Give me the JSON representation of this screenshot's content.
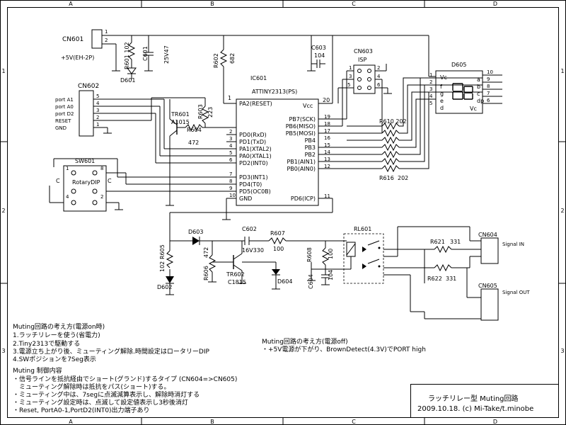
{
  "frame": {
    "cols_top": [
      "A",
      "B",
      "C",
      "D"
    ],
    "cols_bottom": [
      "A",
      "B",
      "C",
      "D"
    ],
    "rows_left": [
      "1",
      "2",
      "3"
    ],
    "rows_right": [
      "1",
      "2",
      "3"
    ]
  },
  "cn601": {
    "ref": "CN601",
    "desc": "+5V(EH-2P)",
    "pin1": "1",
    "pin2": "2"
  },
  "cn602": {
    "ref": "CN602",
    "pins": [
      "5",
      "4",
      "3",
      "2",
      "1"
    ],
    "signals": [
      "port A1",
      "port A0",
      "port D2",
      "RESET",
      "GND"
    ]
  },
  "sw601": {
    "ref": "SW601",
    "name": "RotaryDIP",
    "p1": "1",
    "p8": "8",
    "p4": "4",
    "p2": "2",
    "c1": "C",
    "c2": "C"
  },
  "ic": {
    "ref": "IC601",
    "part": "ATTINY2313(PS)",
    "pin1": "1",
    "pin20": "20",
    "vcc": "Vcc",
    "gnd": "GND",
    "left_names": [
      "PA2(RESET)",
      "PD0(RxD)",
      "PD1(TxD)",
      "PA1(XTAL2)",
      "PA0(XTAL1)",
      "PD2(INT0)",
      "PD3(INT1)",
      "PD4(T0)",
      "PD5(OC0B)",
      "GND"
    ],
    "left_nums": [
      "1",
      "2",
      "3",
      "4",
      "5",
      "6",
      "7",
      "8",
      "9",
      "10"
    ],
    "right_names": [
      "PB7(SCK)",
      "PB6(MISO)",
      "PB5(MOSI)",
      "PB4",
      "PB3",
      "PB2",
      "PB1(AIN1)",
      "PB0(AIN0)",
      "PD6(ICP)"
    ],
    "right_nums": [
      "19",
      "18",
      "17",
      "16",
      "15",
      "14",
      "13",
      "12",
      "11"
    ]
  },
  "parts": {
    "r601": "R601 102",
    "d601": "D601",
    "c601": "C601",
    "c601v": "25V47",
    "r602": "R602",
    "r602v": "682",
    "c603": "C603",
    "c603v": "104",
    "cn603": "CN603",
    "isp": "ISP",
    "isp_pins": [
      "1",
      "2",
      "3",
      "4",
      "5",
      "6"
    ],
    "tr601": "TR601",
    "tr601v": "A1015",
    "r603": "R603",
    "r603v": "223",
    "r604": "R604",
    "r604v": "472",
    "r610": "R610 202",
    "r616": "R616",
    "r616v": "202",
    "d605": "D605",
    "disp_vc": "Vc",
    "disp_vc2": "Vc",
    "disp_left": [
      "f",
      "g",
      "e",
      "d"
    ],
    "disp_right": [
      "a",
      "b",
      "c",
      "dp"
    ],
    "disp_lnums": [
      "1",
      "2",
      "3",
      "4",
      "5"
    ],
    "disp_rnums": [
      "10",
      "9",
      "8",
      "7",
      "6"
    ],
    "d603": "D603",
    "c602": "C602",
    "c602v": "16V330",
    "r607": "R607",
    "r607v": "100",
    "r605": "R605",
    "r605v": "102",
    "r606": "R606",
    "r606v": "472",
    "d602": "D602",
    "tr602": "TR602",
    "tr602v": "C1815",
    "d604": "D604",
    "r608": "R608",
    "r608v": "100",
    "c604": "C604",
    "c604v": "104",
    "rl601": "RL601",
    "r621": "R621",
    "r621v": "331",
    "r622": "R622",
    "r622v": "331",
    "cn604": "CN604",
    "cn605": "CN605",
    "sig_in": "Signal IN",
    "sig_out": "Signal OUT"
  },
  "notes": {
    "on_title": "Muting回路の考え方(電源on時)",
    "on_lines": [
      "1.ラッチリレーを使う(省電力)",
      "2.Tiny2313で駆動する",
      "3.電源立ち上がり後、ミューティング解除.時間設定はロータリーDIP",
      "4.SWポジションを7Seg表示"
    ],
    "off_title": "Muting回路の考え方(電源off)",
    "off_line": "・+5V電源が下がり、BrownDetect(4.3V)でPORT  high",
    "ctrl_title": "Muting 制御内容",
    "ctrl_lines": [
      "・信号ラインを抵抗経由でショート(グランド)するタイプ  (CN604=>CN605)",
      "　ミューティング解除時は抵抗をパス(ショート)する。",
      "・ミューティング中は、7segに点滅減算表示し、解除時消灯する",
      "・ミューティング設定時は、点滅して設定値表示し3秒後消灯",
      "・Reset, PortA0-1,PortD2(INT0)出力端子あり"
    ]
  },
  "title_block": {
    "title": "ラッチリレー型  Muting回路",
    "date_author": "2009.10.18. (c) Mi-Take/t.minobe"
  }
}
